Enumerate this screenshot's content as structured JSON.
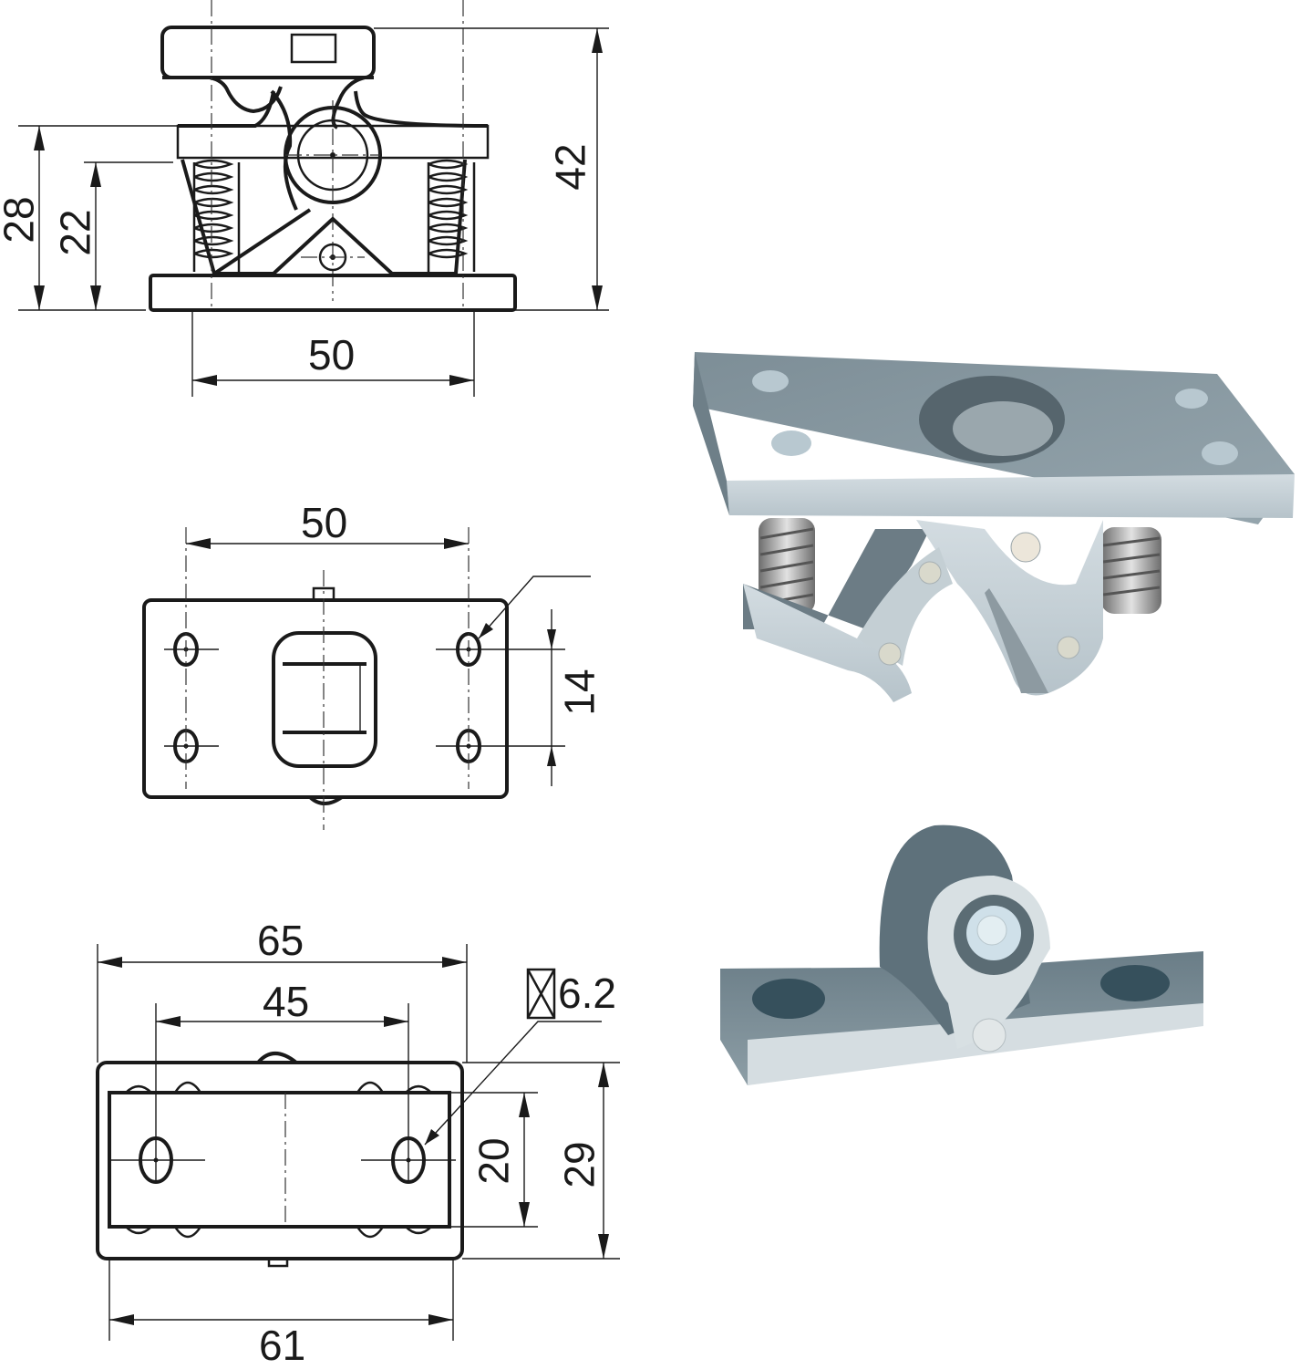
{
  "figure": {
    "type": "technical-drawing",
    "subject": "spring-loaded roller/clamp latch with striker",
    "colors": {
      "line": "#1a1a1a",
      "background": "#ffffff",
      "metal_light": "#c9d3d9",
      "metal_mid": "#8fa0a9",
      "metal_dark": "#5f6f78"
    }
  },
  "views": {
    "side_view": {
      "dimensions": {
        "overall_height": "42",
        "latch_height": "28",
        "spring_height": "22",
        "width": "50"
      }
    },
    "top_view": {
      "dimensions": {
        "hole_spacing_x": "50",
        "hole_spacing_y": "14"
      }
    },
    "base_view": {
      "dimensions": {
        "overall_length": "65",
        "hole_spacing": "45",
        "hole_callout": "6.2",
        "inner_width": "20",
        "overall_width": "29",
        "base_length": "61"
      },
      "hole_callout_symbol": "square-cross-symbol"
    }
  },
  "photos": {
    "latch_photo": {
      "label": "latch-with-springs"
    },
    "striker_photo": {
      "label": "striker-bracket"
    }
  }
}
